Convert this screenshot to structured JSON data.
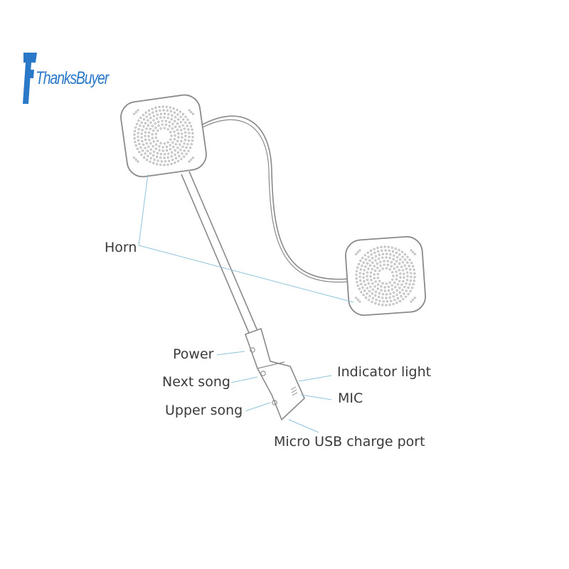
{
  "brand": {
    "name": "ThanksBuyer",
    "color": "#2a78c8",
    "icon": "tb-logo-mark"
  },
  "labels": {
    "horn": "Horn",
    "power": "Power",
    "next_song": "Next song",
    "upper_song": "Upper song",
    "indicator_light": "Indicator light",
    "mic": "MIC",
    "usb_port": "Micro USB charge port"
  },
  "colors": {
    "outline": "#8a8a8a",
    "leader_line": "#8fc3d8",
    "text": "#3a3a3a"
  }
}
